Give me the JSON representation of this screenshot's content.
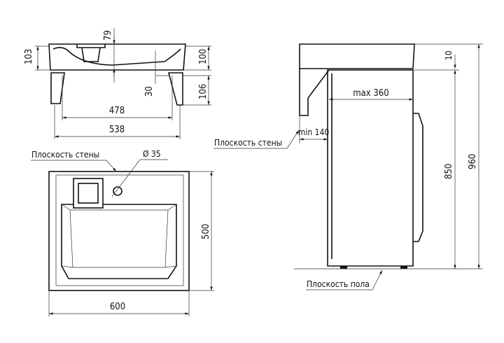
{
  "side_view": {
    "dims": {
      "overall_height": "103",
      "drain_depth": "79",
      "bowl_height": "100",
      "leg_offset": "30",
      "leg_height": "106",
      "inner_width": "478",
      "outer_width": "538"
    }
  },
  "top_view": {
    "wall_label": "Плоскость стены",
    "hole_diameter": "Ø 35",
    "depth": "500",
    "width": "600"
  },
  "profile_view": {
    "top_thickness": "10",
    "total_height": "960",
    "machine_height": "850",
    "max_depth": "max 360",
    "min_gap": "min 140",
    "wall_label": "Плоскость стены",
    "floor_label": "Плоскость пола"
  }
}
